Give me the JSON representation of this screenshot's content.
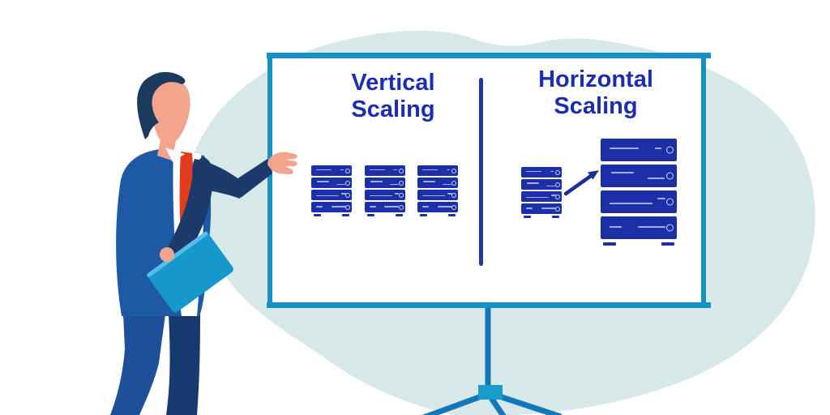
{
  "scene": {
    "title": "Vertical Scaling vs Horizontal Scaling",
    "style": "flat vector illustration of a presenter pointing at an easel whiteboard"
  },
  "board": {
    "left_panel": {
      "title_line1": "Vertical",
      "title_line2": "Scaling",
      "stack_count": 3,
      "units_per_stack": 4
    },
    "right_panel": {
      "title_line1": "Horizontal",
      "title_line2": "Scaling",
      "before_stack_units": 4,
      "after_stack_units": 4,
      "arrow_direction": "up-right"
    }
  },
  "presenter": {
    "pose": "standing, pointing at the board, holding a notebook"
  },
  "colors": {
    "background": "#ffffff",
    "blob": "#d7e8e9",
    "board_frame": "#1591c2",
    "easel_leg": "#1277b8",
    "easel_hub": "#1a9cc9",
    "title_text": "#1c2db1",
    "server_body": "#1c2fa6",
    "server_detail": "#9fb0ee",
    "divider": "#1e3a9a",
    "arrow": "#1d3090",
    "suit": "#1d5aa3",
    "suit_dark": "#1b3a6b",
    "pants_front": "#1d5096",
    "pants_back": "#163a70",
    "hair": "#1c3a5e",
    "skin": "#f2a58c",
    "tie": "#e23c1e",
    "shirt": "#ffffff",
    "notebook": "#1798cc"
  }
}
